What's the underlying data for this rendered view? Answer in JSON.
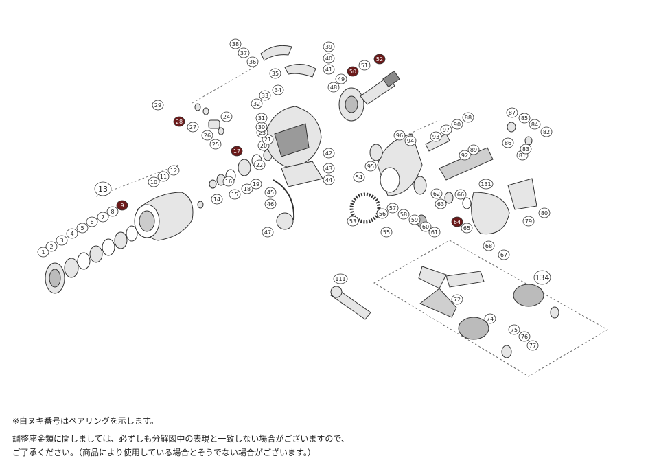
{
  "diagram": {
    "colors": {
      "line": "#333333",
      "part_fill": "#e6e6e6",
      "part_dark": "#8a8a8a",
      "highlight": "#6b1a1a"
    },
    "callouts": [
      "1",
      "2",
      "3",
      "4",
      "5",
      "6",
      "7",
      "8",
      "9",
      "10",
      "11",
      "12",
      "13",
      "14",
      "15",
      "16",
      "17",
      "18",
      "19",
      "20",
      "21",
      "22",
      "23",
      "24",
      "25",
      "26",
      "27",
      "28",
      "29",
      "30",
      "31",
      "32",
      "33",
      "34",
      "35",
      "36",
      "37",
      "38",
      "39",
      "40",
      "41",
      "42",
      "43",
      "44",
      "45",
      "46",
      "47",
      "48",
      "49",
      "50",
      "51",
      "52",
      "53",
      "54",
      "55",
      "56",
      "57",
      "58",
      "59",
      "60",
      "61",
      "62",
      "63",
      "64",
      "65",
      "66",
      "67",
      "68",
      "72",
      "74",
      "75",
      "76",
      "77",
      "79",
      "80",
      "81",
      "82",
      "83",
      "84",
      "85",
      "86",
      "87",
      "88",
      "89",
      "90",
      "92",
      "93",
      "94",
      "95",
      "96",
      "97",
      "111",
      "131",
      "134"
    ],
    "bearing_callouts": [
      "9",
      "17",
      "28",
      "50",
      "52",
      "64"
    ]
  },
  "notes": {
    "bearing_note": "※白ヌキ番号はベアリングを示します。",
    "shim_note_line1": "調整座金類に関しましては、必ずしも分解図中の表現と一致しない場合がございますので、",
    "shim_note_line2": "ご了承ください。（商品により使用している場合とそうでない場合がございます。）"
  }
}
